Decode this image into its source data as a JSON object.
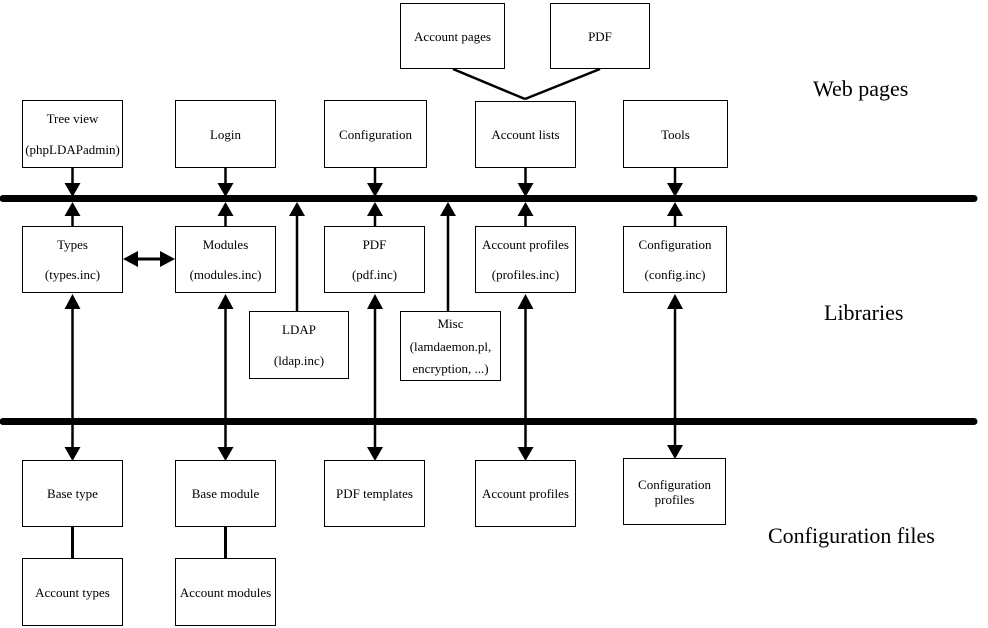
{
  "colors": {
    "background": "#ffffff",
    "line": "#000000",
    "box_border": "#000000",
    "text": "#000000"
  },
  "sections": {
    "web_pages": {
      "label": "Web pages"
    },
    "libraries": {
      "label": "Libraries"
    },
    "configuration_files": {
      "label": "Configuration files"
    }
  },
  "boxes": {
    "account_pages": {
      "label": "Account pages"
    },
    "pdf_page": {
      "label": "PDF"
    },
    "tree_view": {
      "line1": "Tree view",
      "line2": "(phpLDAPadmin)"
    },
    "login": {
      "label": "Login"
    },
    "configuration_page": {
      "label": "Configuration"
    },
    "account_lists": {
      "label": "Account lists"
    },
    "tools": {
      "label": "Tools"
    },
    "types": {
      "line1": "Types",
      "line2": "(types.inc)"
    },
    "modules": {
      "line1": "Modules",
      "line2": "(modules.inc)"
    },
    "pdf_lib": {
      "line1": "PDF",
      "line2": "(pdf.inc)"
    },
    "account_profiles_lib": {
      "line1": "Account profiles",
      "line2": "(profiles.inc)"
    },
    "configuration_lib": {
      "line1": "Configuration",
      "line2": "(config.inc)"
    },
    "ldap": {
      "line1": "LDAP",
      "line2": "(ldap.inc)"
    },
    "misc": {
      "line1": "Misc",
      "line2": "(lamdaemon.pl,",
      "line3": "encryption, ...)"
    },
    "base_type": {
      "label": "Base type"
    },
    "base_module": {
      "label": "Base module"
    },
    "pdf_templates": {
      "label": "PDF templates"
    },
    "account_profiles_files": {
      "label": "Account profiles"
    },
    "configuration_profiles": {
      "label": "Configuration profiles"
    },
    "account_types": {
      "label": "Account types"
    },
    "account_modules": {
      "label": "Account modules"
    }
  }
}
